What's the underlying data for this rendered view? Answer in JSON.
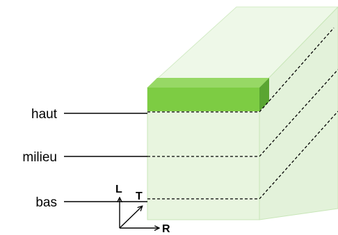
{
  "diagram": {
    "levels": {
      "top": "haut",
      "middle": "milieu",
      "bottom": "bas"
    },
    "axes": {
      "l": "L",
      "t": "T",
      "r": "R"
    },
    "colors": {
      "block_face": "#e8f5df",
      "block_edge": "#c8e6b8",
      "green_slab_front": "#7dcc43",
      "green_slab_top": "#97d865",
      "green_slab_side": "#5aa532",
      "dashed_line": "#000000",
      "leader_line": "#000000"
    }
  }
}
